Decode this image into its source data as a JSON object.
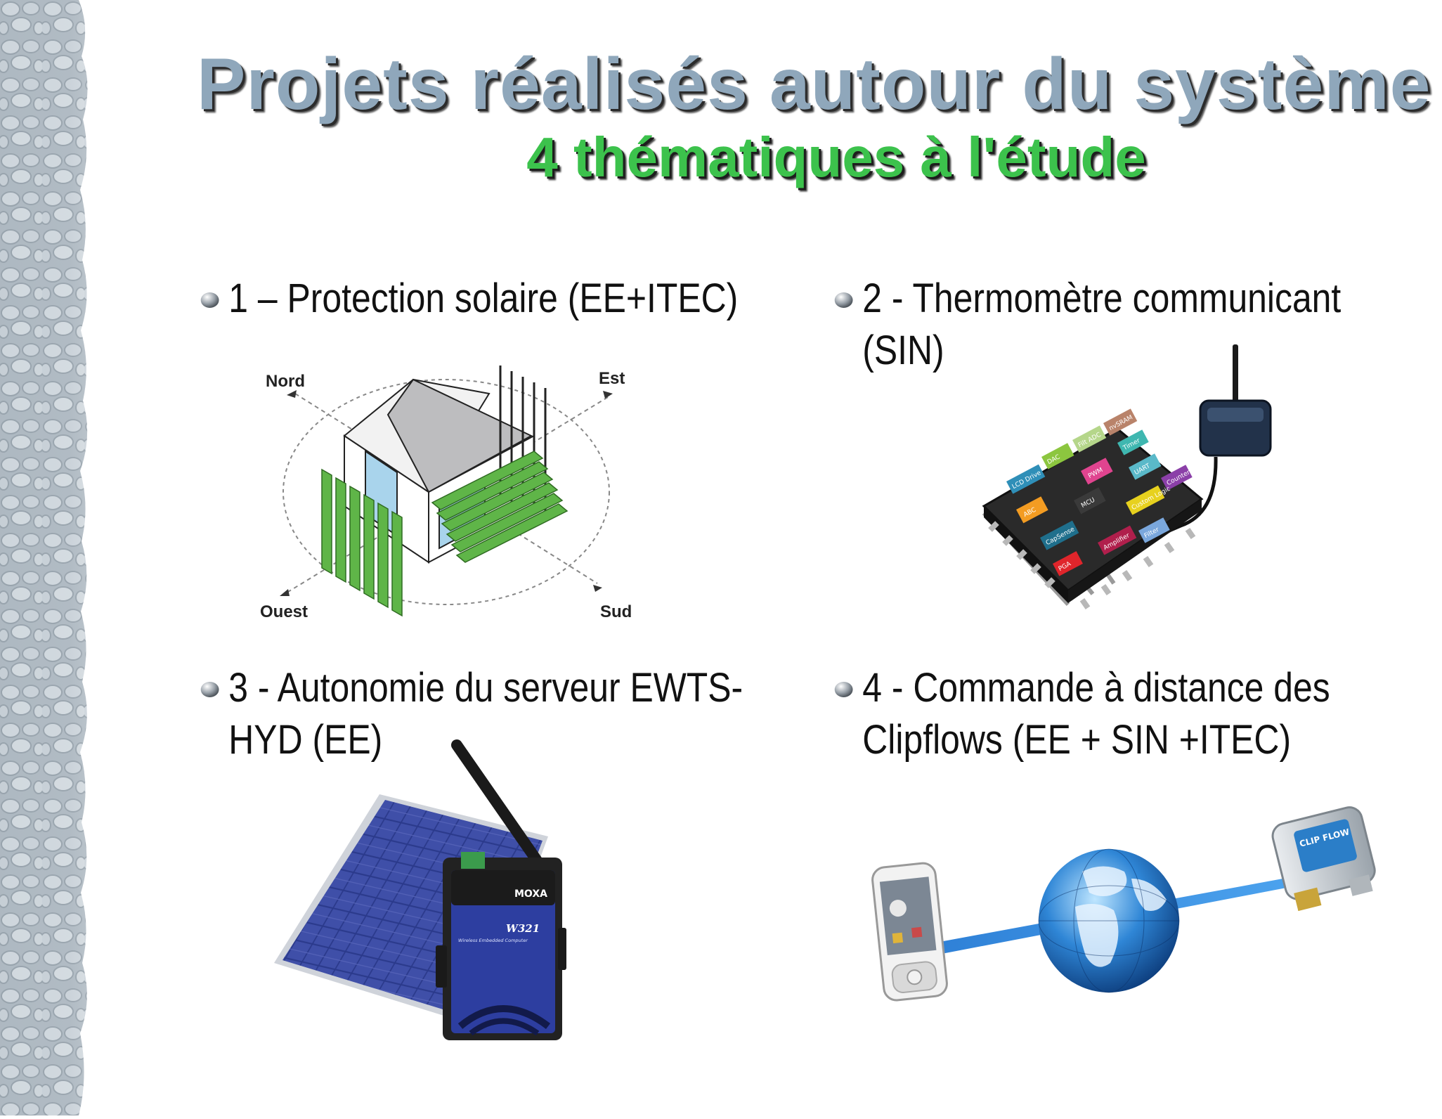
{
  "slide": {
    "title": "Projets réalisés autour du système",
    "subtitle": "4 thématiques à l'étude"
  },
  "items": [
    {
      "label": "1 – Protection solaire (EE+ITEC)"
    },
    {
      "label": "2 - Thermomètre communicant\n(SIN)"
    },
    {
      "label": "3 - Autonomie du serveur EWTS-\nHYD (EE)"
    },
    {
      "label": "4 - Commande à distance des\nClipflows (EE + SIN +ITEC)"
    }
  ],
  "figures": {
    "solar_protection": {
      "north": "Nord",
      "east": "Est",
      "west": "Ouest",
      "south": "Sud"
    },
    "psoc_chip": {
      "blocks": [
        "LCD Drive",
        "DAC",
        "Filt ADC",
        "nvSRAM",
        "Timer",
        "PWM",
        "UART",
        "Counter",
        "ABC",
        "MCU",
        "CapSense",
        "Custom Logic",
        "PGA",
        "Amplifier",
        "Filter"
      ]
    },
    "moxa_device": {
      "brand": "MOXA",
      "model": "W321",
      "tagline": "Wireless Embedded Computer"
    },
    "clipflow": {
      "label": "CLIP FLOW"
    }
  },
  "colors": {
    "title": "#8fa7bb",
    "subtitle": "#3cc24c",
    "text": "#111111",
    "blind_green": "#5fb548"
  }
}
